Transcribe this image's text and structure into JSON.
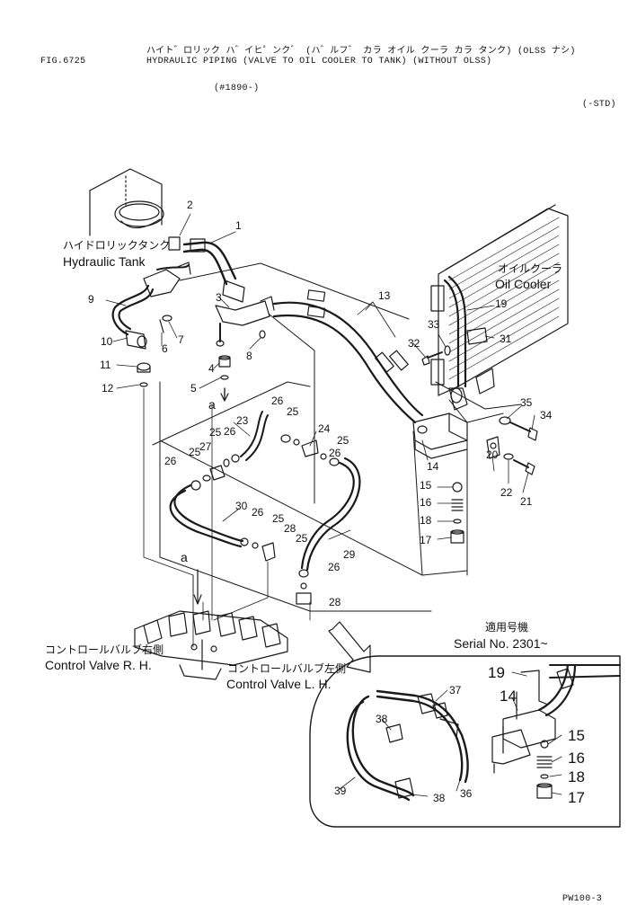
{
  "header": {
    "fig_no": "FIG.6725",
    "title_jp": "ハイト゛ロリック ハ゛イヒ゜ンク゛ (ハ゛ルフ゛ カラ オイル クーラ カラ タンク) (OLSS ナシ)",
    "title_en": "HYDRAULIC PIPING (VALVE TO OIL COOLER TO TANK) (WITHOUT OLSS)",
    "serial_range": "(#1890-)",
    "spec": "(-STD)"
  },
  "components": {
    "hydraulic_tank": {
      "jp": "ハイドロリックタンク",
      "en": "Hydraulic Tank"
    },
    "oil_cooler": {
      "jp": "オイルクーラ",
      "en": "Oil Cooler"
    },
    "control_valve_rh": {
      "jp": "コントロールバルブ右側",
      "en": "Control Valve R. H."
    },
    "control_valve_lh": {
      "jp": "コントロールバルブ左側",
      "en": "Control Valve L. H."
    }
  },
  "inset": {
    "applicable_jp": "適用号機",
    "serial_no": "Serial No. 2301~"
  },
  "footer": {
    "page_code": "PW100-3"
  },
  "connector_marks": [
    "a",
    "a"
  ],
  "callouts": [
    {
      "num": "1"
    },
    {
      "num": "2"
    },
    {
      "num": "3"
    },
    {
      "num": "4"
    },
    {
      "num": "5"
    },
    {
      "num": "6"
    },
    {
      "num": "7"
    },
    {
      "num": "8"
    },
    {
      "num": "9"
    },
    {
      "num": "10"
    },
    {
      "num": "11"
    },
    {
      "num": "12"
    },
    {
      "num": "13"
    },
    {
      "num": "14"
    },
    {
      "num": "15"
    },
    {
      "num": "16"
    },
    {
      "num": "17"
    },
    {
      "num": "18"
    },
    {
      "num": "19"
    },
    {
      "num": "20"
    },
    {
      "num": "21"
    },
    {
      "num": "22"
    },
    {
      "num": "23"
    },
    {
      "num": "24"
    },
    {
      "num": "25"
    },
    {
      "num": "25"
    },
    {
      "num": "25"
    },
    {
      "num": "25"
    },
    {
      "num": "25"
    },
    {
      "num": "25"
    },
    {
      "num": "26"
    },
    {
      "num": "26"
    },
    {
      "num": "26"
    },
    {
      "num": "26"
    },
    {
      "num": "26"
    },
    {
      "num": "26"
    },
    {
      "num": "27"
    },
    {
      "num": "28"
    },
    {
      "num": "28"
    },
    {
      "num": "29"
    },
    {
      "num": "30"
    },
    {
      "num": "31"
    },
    {
      "num": "32"
    },
    {
      "num": "33"
    },
    {
      "num": "34"
    },
    {
      "num": "35"
    },
    {
      "num": "36"
    },
    {
      "num": "37"
    },
    {
      "num": "38"
    },
    {
      "num": "38"
    },
    {
      "num": "39"
    },
    {
      "num": "19"
    },
    {
      "num": "14"
    },
    {
      "num": "15"
    },
    {
      "num": "16"
    },
    {
      "num": "18"
    },
    {
      "num": "17"
    }
  ]
}
